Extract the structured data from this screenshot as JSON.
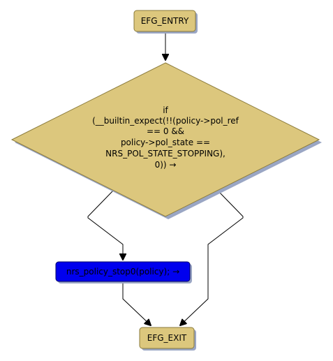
{
  "nodes": {
    "entry": {
      "label": "EFG_ENTRY"
    },
    "decision": {
      "lines": [
        "if",
        "(__builtin_expect(!!(policy->pol_ref",
        "== 0 &&",
        "policy->pol_state ==",
        "NRS_POL_STATE_STOPPING),",
        "0)) →"
      ]
    },
    "stop": {
      "label": "nrs_policy_stop0(policy); →"
    },
    "exit": {
      "label": "EFG_EXIT"
    }
  },
  "colors": {
    "node_fill": "#dcc77d",
    "node_stroke": "#8a7a3a",
    "shadow": "#9aa6c4",
    "highlight_fill": "#0000ee",
    "highlight_stroke": "#000066",
    "edge": "#000000"
  }
}
